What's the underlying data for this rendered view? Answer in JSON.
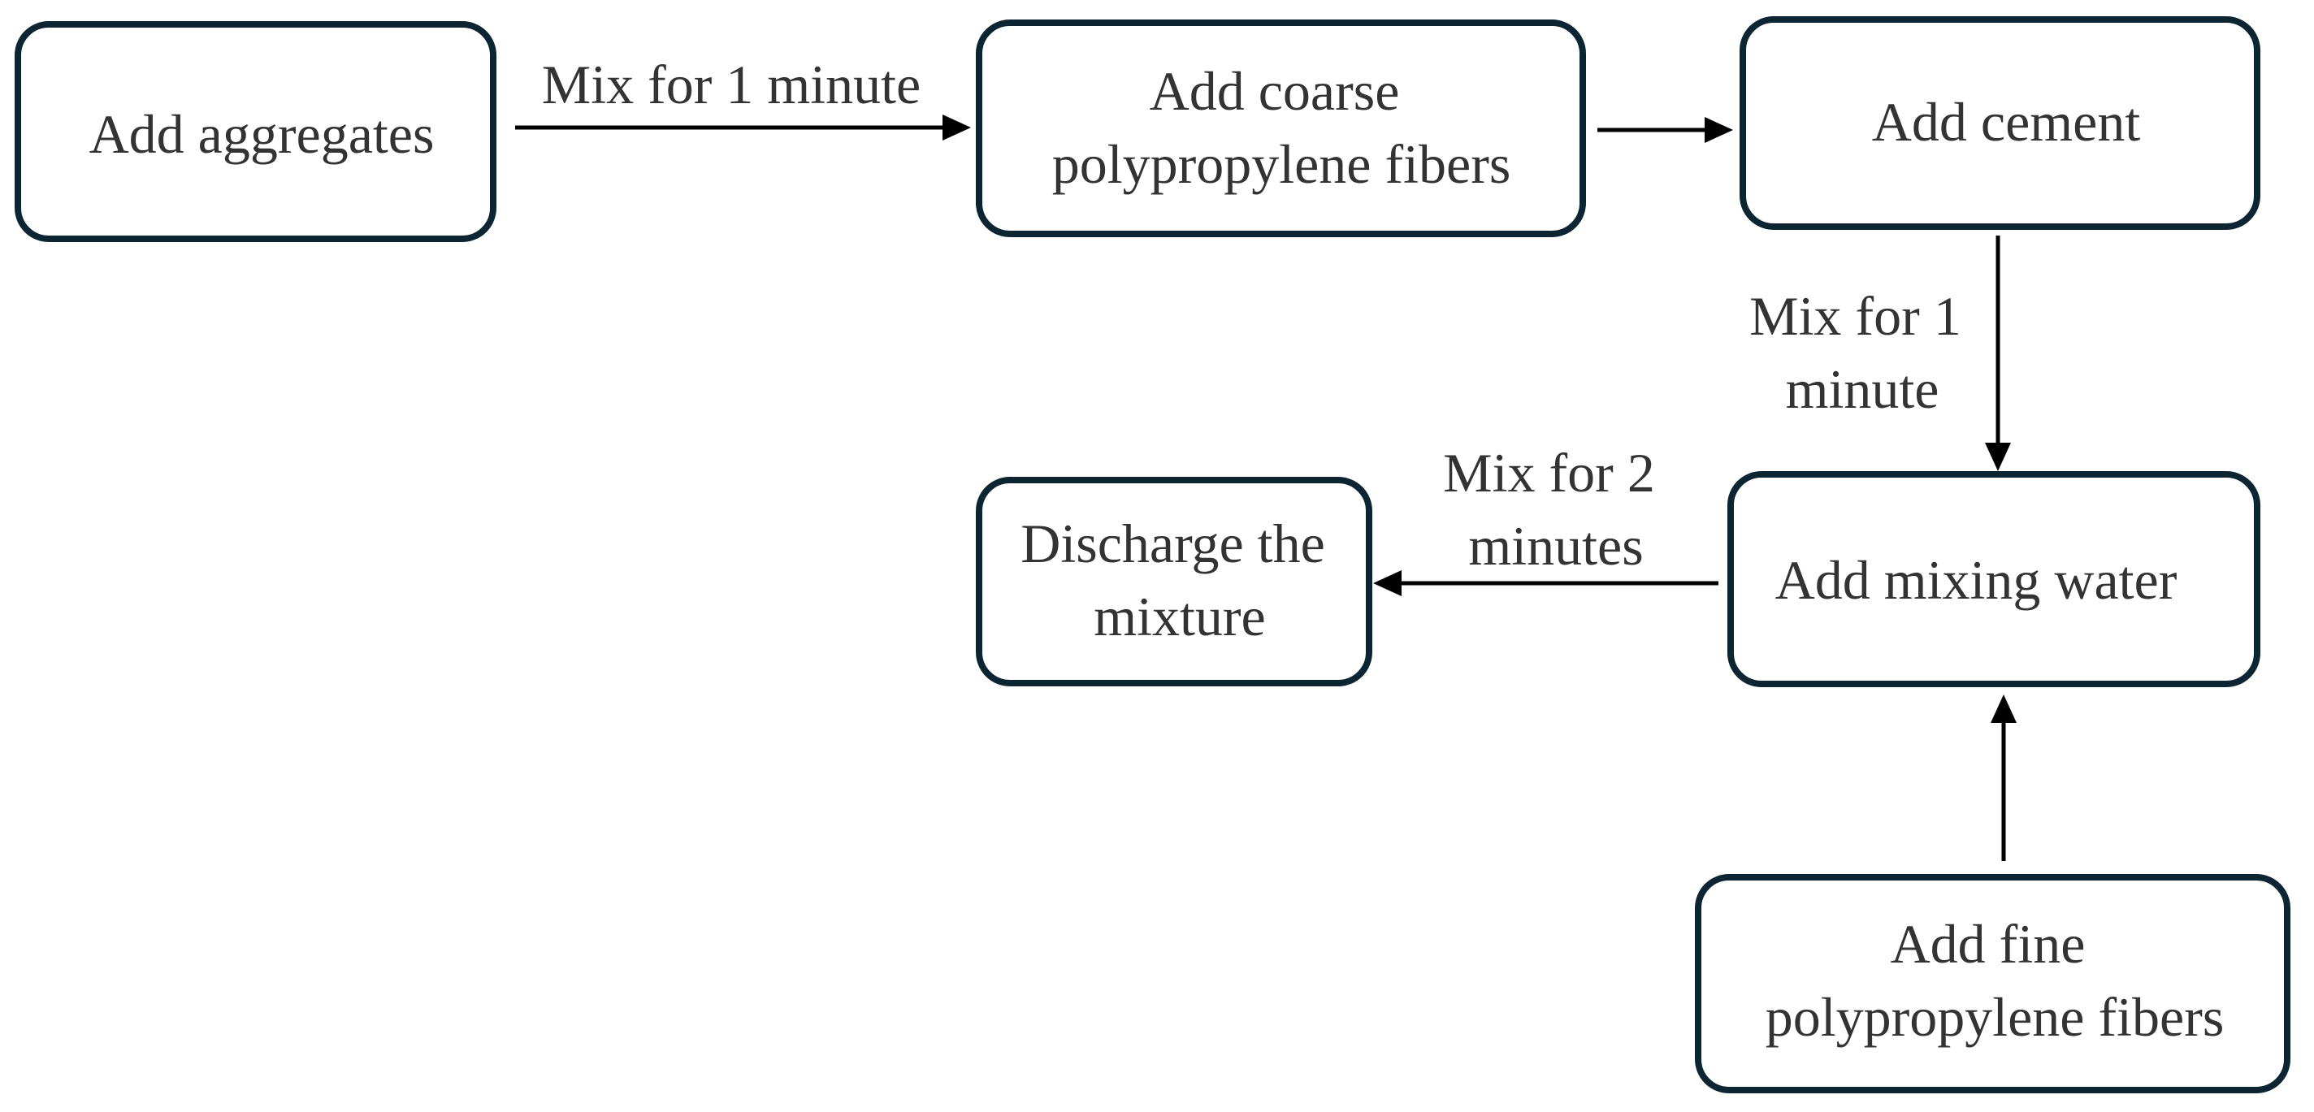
{
  "nodes": {
    "add_aggregates": {
      "lines": [
        "Add aggregates"
      ]
    },
    "add_coarse_fibers": {
      "lines": [
        "Add coarse",
        "polypropylene fibers"
      ]
    },
    "add_cement": {
      "lines": [
        "Add cement"
      ]
    },
    "add_mixing_water": {
      "lines": [
        "Add mixing water"
      ]
    },
    "discharge_mixture": {
      "lines": [
        "Discharge the",
        "mixture"
      ]
    },
    "add_fine_fibers": {
      "lines": [
        "Add fine",
        "polypropylene fibers"
      ]
    }
  },
  "edges": {
    "aggregates_to_coarse": {
      "lines": [
        "Mix for 1 minute"
      ]
    },
    "coarse_to_cement": {
      "lines": []
    },
    "cement_to_water": {
      "lines": [
        "Mix for 1",
        "minute"
      ]
    },
    "water_to_discharge": {
      "lines": [
        "Mix for 2",
        "minutes"
      ]
    },
    "fine_to_water": {
      "lines": []
    }
  }
}
